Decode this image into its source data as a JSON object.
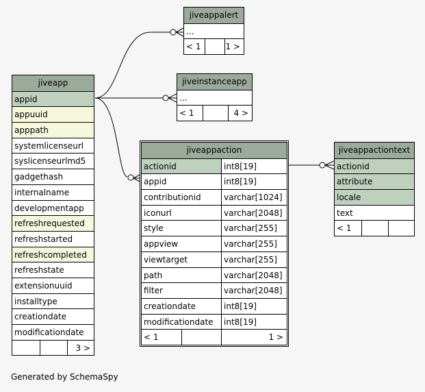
{
  "tables": {
    "jiveapp": {
      "name": "jiveapp",
      "columns": [
        {
          "name": "appid",
          "kind": "pk"
        },
        {
          "name": "appuuid",
          "kind": "idx"
        },
        {
          "name": "apppath",
          "kind": "idx"
        },
        {
          "name": "systemlicenseurl",
          "kind": "plain"
        },
        {
          "name": "syslicenseurlmd5",
          "kind": "plain"
        },
        {
          "name": "gadgethash",
          "kind": "plain"
        },
        {
          "name": "internalname",
          "kind": "plain"
        },
        {
          "name": "developmentapp",
          "kind": "plain"
        },
        {
          "name": "refreshrequested",
          "kind": "idx"
        },
        {
          "name": "refreshstarted",
          "kind": "plain"
        },
        {
          "name": "refreshcompleted",
          "kind": "idx"
        },
        {
          "name": "refreshstate",
          "kind": "plain"
        },
        {
          "name": "extensionuuid",
          "kind": "plain"
        },
        {
          "name": "installtype",
          "kind": "plain"
        },
        {
          "name": "creationdate",
          "kind": "plain"
        },
        {
          "name": "modificationdate",
          "kind": "plain"
        }
      ],
      "footer": {
        "left": "",
        "middle": "",
        "right": "3 >"
      }
    },
    "jiveappalert": {
      "name": "jiveappalert",
      "columns": [
        {
          "name": "...",
          "kind": "plain"
        }
      ],
      "footer": {
        "left": "< 1",
        "middle": "",
        "right": "1 >"
      }
    },
    "jiveinstanceapp": {
      "name": "jiveinstanceapp",
      "columns": [
        {
          "name": "...",
          "kind": "plain"
        }
      ],
      "footer": {
        "left": "< 1",
        "middle": "",
        "right": "4 >"
      }
    },
    "jiveappaction": {
      "name": "jiveappaction",
      "columns": [
        {
          "name": "actionid",
          "type": "int8[19]",
          "kind": "pk"
        },
        {
          "name": "appid",
          "type": "int8[19]",
          "kind": "plain"
        },
        {
          "name": "contributionid",
          "type": "varchar[1024]",
          "kind": "plain"
        },
        {
          "name": "iconurl",
          "type": "varchar[2048]",
          "kind": "plain"
        },
        {
          "name": "style",
          "type": "varchar[255]",
          "kind": "plain"
        },
        {
          "name": "appview",
          "type": "varchar[255]",
          "kind": "plain"
        },
        {
          "name": "viewtarget",
          "type": "varchar[255]",
          "kind": "plain"
        },
        {
          "name": "path",
          "type": "varchar[2048]",
          "kind": "plain"
        },
        {
          "name": "filter",
          "type": "varchar[2048]",
          "kind": "plain"
        },
        {
          "name": "creationdate",
          "type": "int8[19]",
          "kind": "plain"
        },
        {
          "name": "modificationdate",
          "type": "int8[19]",
          "kind": "plain"
        }
      ],
      "footer": {
        "left": "< 1",
        "middle": "",
        "right": "1 >"
      }
    },
    "jiveappactiontext": {
      "name": "jiveappactiontext",
      "columns": [
        {
          "name": "actionid",
          "kind": "pk"
        },
        {
          "name": "attribute",
          "kind": "pk"
        },
        {
          "name": "locale",
          "kind": "pk"
        },
        {
          "name": "text",
          "kind": "plain"
        }
      ],
      "footer": {
        "left": "< 1",
        "middle": "",
        "right": ""
      }
    }
  },
  "footer_note": "Generated by SchemaSpy",
  "colors": {
    "header": "#9caa9c",
    "primary_key": "#bfd0bf",
    "indexed": "#f5f8dd",
    "background": "#f6f6f6"
  }
}
